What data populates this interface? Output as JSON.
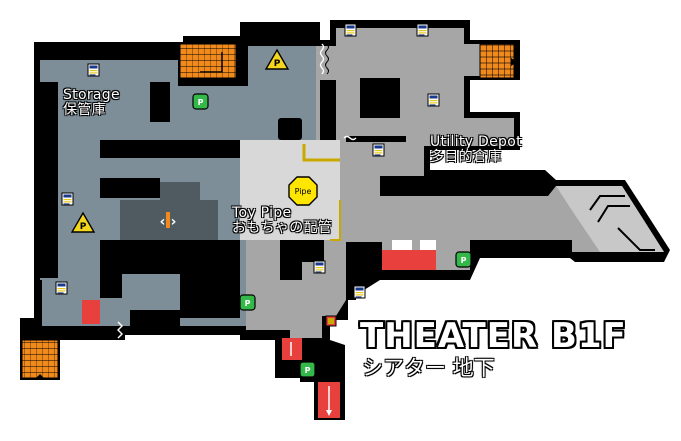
{
  "title": {
    "english": "THEATER B1F",
    "japanese": "シアター 地下"
  },
  "rooms": [
    {
      "id": "storage",
      "name_en": "Storage",
      "name_jp": "保管庫"
    },
    {
      "id": "utility-depot",
      "name_en": "Utility Depot",
      "name_jp": "多目的倉庫"
    },
    {
      "id": "toy-pipe",
      "name_en": "Toy Pipe",
      "name_jp": "おもちゃの配管"
    }
  ],
  "markers": {
    "pipe_label": "Pipe",
    "parking_label": "P",
    "elevator_label": "P",
    "door_glyph": "‹I›"
  },
  "colors": {
    "storage_floor": "#7d8e99",
    "corridor_floor": "#a6a6a6",
    "pipe_area_floor": "#d6d6d6",
    "wall": "#000000",
    "stairs": "#f08a1c",
    "door_red": "#e8403c",
    "save_green": "#35b84a",
    "parking_yellow": "#f5d61f",
    "pipe_yellow": "#ffe600",
    "note_icon": "#1a3a8a"
  },
  "icons": [
    "save-point-icon",
    "parking-icon",
    "pipe-icon",
    "note-icon",
    "stairs-icon",
    "door-icon",
    "arrow-icon"
  ]
}
